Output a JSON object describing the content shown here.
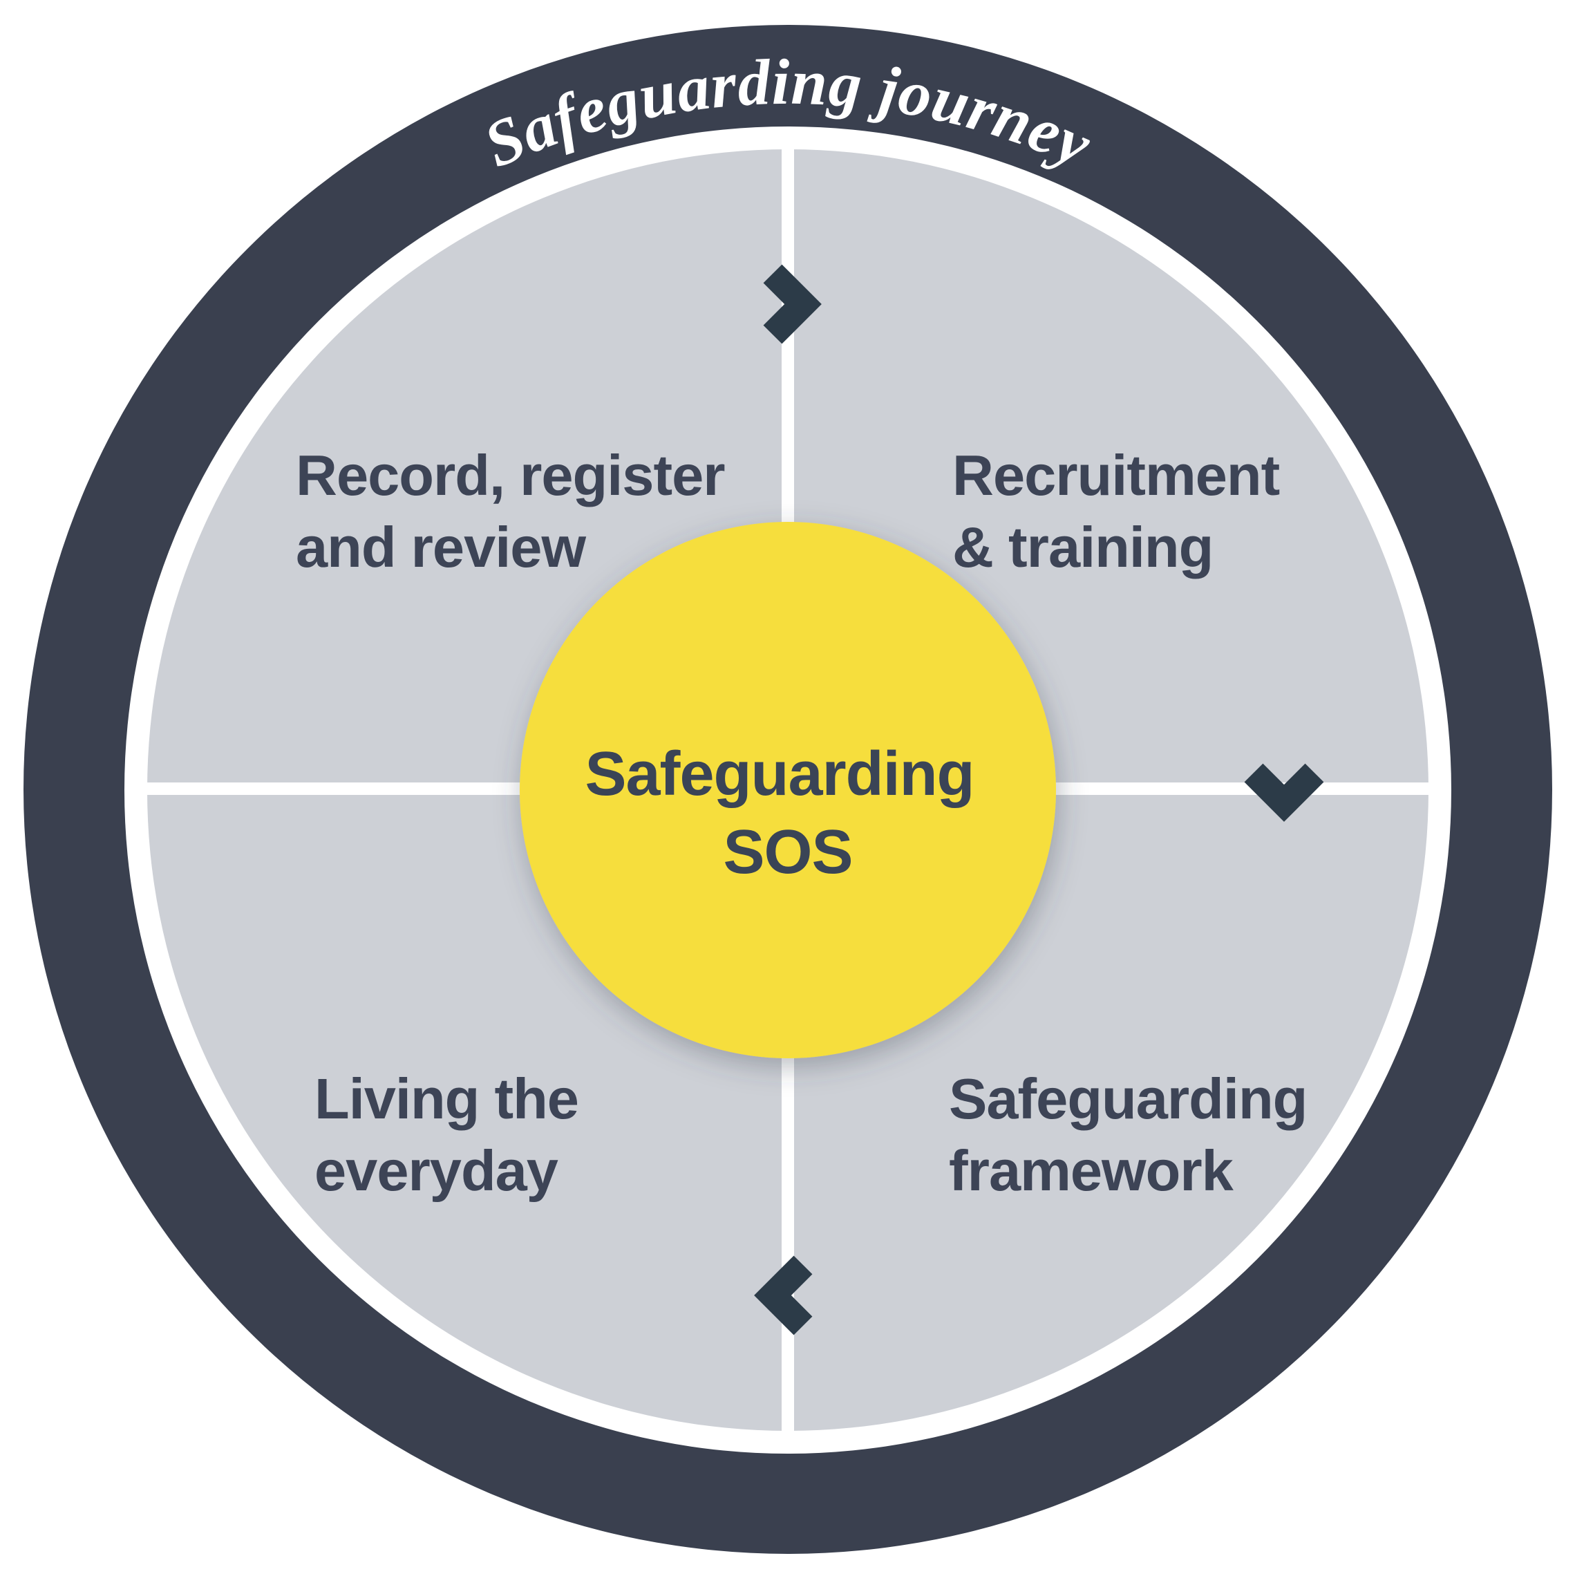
{
  "title": {
    "text": "Safeguarding journey"
  },
  "center": {
    "line1": "Safeguarding",
    "line2": "SOS"
  },
  "quadrants": {
    "top_left": {
      "line1": "Record, register",
      "line2": "and review"
    },
    "top_right": {
      "line1": "Recruitment",
      "line2": "& training"
    },
    "bottom_right": {
      "line1": "Safeguarding",
      "line2": "framework"
    },
    "bottom_left": {
      "line1": "Living the",
      "line2": "everyday"
    }
  },
  "icons": {
    "top": "chevron-right-icon",
    "right": "chevron-down-icon",
    "bottom": "chevron-left-icon"
  },
  "flow_direction": "clockwise",
  "colors": {
    "ring": "#3a404f",
    "ring_text": "#ffffff",
    "quadrant": "#cdd0d6",
    "divider": "#ffffff",
    "center_circle": "#f6de3e",
    "chevron": "#2c3b48",
    "label_text": "#3d4456"
  }
}
